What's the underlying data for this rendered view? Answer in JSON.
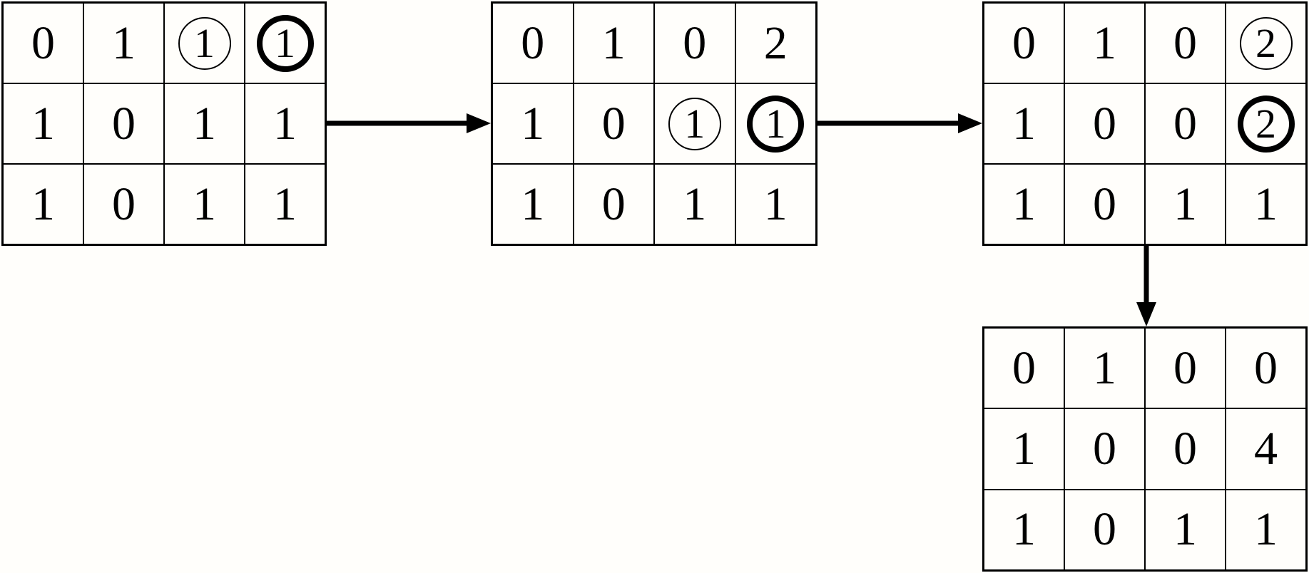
{
  "figure": {
    "description": "Four 3x4 number grids showing successive merge steps, connected by arrows",
    "background_color": "#fffefb",
    "line_color": "#000000"
  },
  "grids": [
    {
      "name": "grid-step-1",
      "rows": 3,
      "cols": 4,
      "cells": [
        {
          "value": "0"
        },
        {
          "value": "1"
        },
        {
          "value": "1",
          "circle": "thin"
        },
        {
          "value": "1",
          "circle": "bold"
        },
        {
          "value": "1"
        },
        {
          "value": "0"
        },
        {
          "value": "1"
        },
        {
          "value": "1"
        },
        {
          "value": "1"
        },
        {
          "value": "0"
        },
        {
          "value": "1"
        },
        {
          "value": "1"
        }
      ]
    },
    {
      "name": "grid-step-2",
      "rows": 3,
      "cols": 4,
      "cells": [
        {
          "value": "0"
        },
        {
          "value": "1"
        },
        {
          "value": "0"
        },
        {
          "value": "2"
        },
        {
          "value": "1"
        },
        {
          "value": "0"
        },
        {
          "value": "1",
          "circle": "thin"
        },
        {
          "value": "1",
          "circle": "bold"
        },
        {
          "value": "1"
        },
        {
          "value": "0"
        },
        {
          "value": "1"
        },
        {
          "value": "1"
        }
      ]
    },
    {
      "name": "grid-step-3",
      "rows": 3,
      "cols": 4,
      "cells": [
        {
          "value": "0"
        },
        {
          "value": "1"
        },
        {
          "value": "0"
        },
        {
          "value": "2",
          "circle": "thin"
        },
        {
          "value": "1"
        },
        {
          "value": "0"
        },
        {
          "value": "0"
        },
        {
          "value": "2",
          "circle": "bold"
        },
        {
          "value": "1"
        },
        {
          "value": "0"
        },
        {
          "value": "1"
        },
        {
          "value": "1"
        }
      ]
    },
    {
      "name": "grid-step-4",
      "rows": 3,
      "cols": 4,
      "cells": [
        {
          "value": "0"
        },
        {
          "value": "1"
        },
        {
          "value": "0"
        },
        {
          "value": "0"
        },
        {
          "value": "1"
        },
        {
          "value": "0"
        },
        {
          "value": "0"
        },
        {
          "value": "4"
        },
        {
          "value": "1"
        },
        {
          "value": "0"
        },
        {
          "value": "1"
        },
        {
          "value": "1"
        }
      ]
    }
  ],
  "arrows": [
    {
      "name": "arrow-step1-to-step2",
      "direction": "right"
    },
    {
      "name": "arrow-step2-to-step3",
      "direction": "right"
    },
    {
      "name": "arrow-step3-to-step4",
      "direction": "down"
    }
  ]
}
